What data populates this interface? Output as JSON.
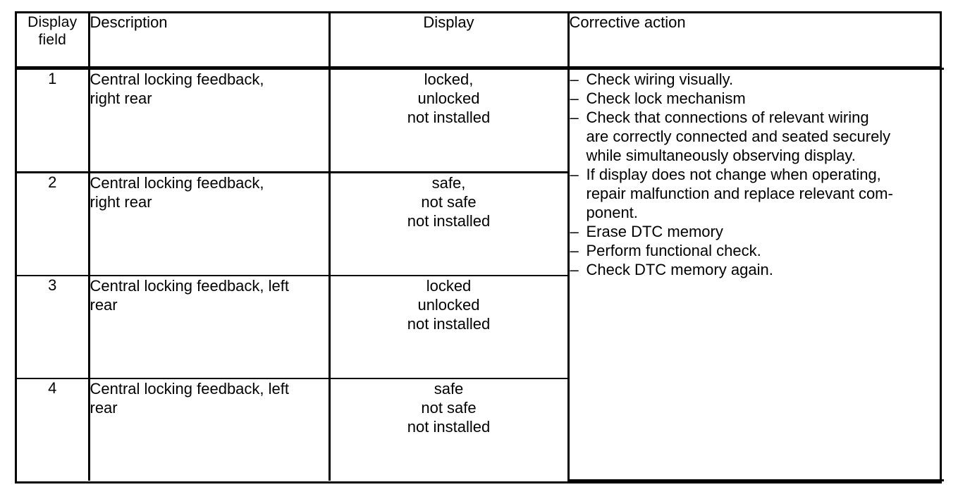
{
  "table": {
    "headers": {
      "display_field": "Display\nfield",
      "display_field_line1": "Display",
      "display_field_line2": "field",
      "description": "Description",
      "display": "Display",
      "corrective_action": "Corrective action"
    },
    "rows": [
      {
        "field": "1",
        "description_lines": [
          "Central locking feedback,",
          "right rear"
        ],
        "display_lines": [
          "locked,",
          "unlocked",
          "not installed"
        ]
      },
      {
        "field": "2",
        "description_lines": [
          "Central locking feedback,",
          "right rear"
        ],
        "display_lines": [
          "safe,",
          "not safe",
          "not installed"
        ]
      },
      {
        "field": "3",
        "description_lines": [
          "Central locking feedback, left",
          "rear"
        ],
        "display_lines": [
          "locked",
          "unlocked",
          "not installed"
        ]
      },
      {
        "field": "4",
        "description_lines": [
          "Central locking feedback, left",
          "rear"
        ],
        "display_lines": [
          "safe",
          "not safe",
          "not installed"
        ]
      }
    ],
    "corrective_action": {
      "bullet": "–",
      "items": [
        {
          "lines": [
            "Check wiring visually."
          ]
        },
        {
          "lines": [
            "Check lock mechanism"
          ]
        },
        {
          "lines": [
            "Check that connections of relevant wiring",
            "are correctly connected and seated securely",
            "while simultaneously observing display."
          ]
        },
        {
          "lines": [
            "If display does not change when operating,",
            "repair malfunction and replace relevant com-",
            "ponent."
          ]
        },
        {
          "lines": [
            "Erase DTC memory"
          ]
        },
        {
          "lines": [
            "Perform functional check."
          ]
        },
        {
          "lines": [
            "Check DTC memory again."
          ]
        }
      ]
    }
  },
  "colors": {
    "ink": "#000000",
    "paper": "#ffffff"
  }
}
